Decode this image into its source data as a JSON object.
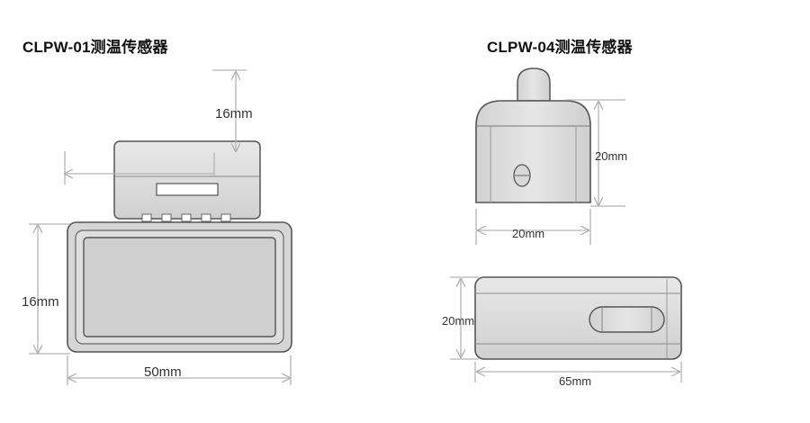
{
  "left_device": {
    "title": "CLPW-01测温传感器",
    "dim_top": "16mm",
    "dim_height": "16mm",
    "dim_width": "50mm"
  },
  "right_device": {
    "title": "CLPW-04测温传感器",
    "front_height": "20mm",
    "front_width": "20mm",
    "side_height": "20mm",
    "side_width": "65mm"
  },
  "colors": {
    "body": "#dcdcdc",
    "outline": "#555555",
    "dim_line": "#b4b4b4"
  }
}
